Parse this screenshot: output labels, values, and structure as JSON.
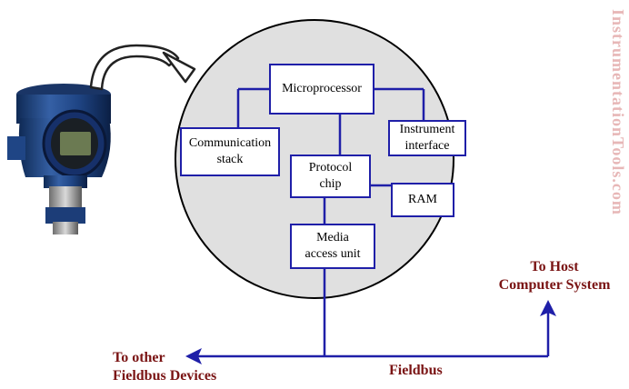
{
  "blocks": {
    "microprocessor": "Microprocessor",
    "communication_stack": "Communication\nstack",
    "instrument_interface": "Instrument\ninterface",
    "protocol_chip": "Protocol\nchip",
    "ram": "RAM",
    "media_access_unit": "Media\naccess unit"
  },
  "labels": {
    "to_host": "To Host\nComputer System",
    "to_other": "To other\nFieldbus Devices",
    "fieldbus": "Fieldbus"
  },
  "watermark": "InstrumentationTools.com",
  "colors": {
    "box_border": "#1f1fa8",
    "wire": "#1f1fa8",
    "label_text": "#7a1414",
    "circle_fill": "#e0e0e0",
    "watermark": "#e7b7b7"
  },
  "image": {
    "subject": "pressure transmitter"
  }
}
